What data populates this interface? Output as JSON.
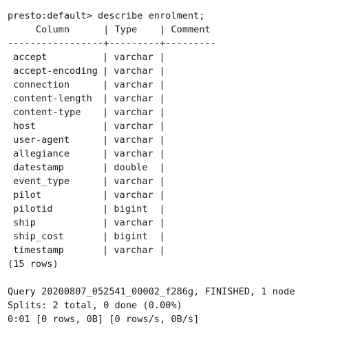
{
  "prompt": "presto:default> ",
  "command": "describe enrolment;",
  "table": {
    "header": "     Column      | Type    | Comment",
    "separator": "-----------------+---------+---------",
    "rows": [
      {
        "column": "accept",
        "type": "varchar"
      },
      {
        "column": "accept-encoding",
        "type": "varchar"
      },
      {
        "column": "connection",
        "type": "varchar"
      },
      {
        "column": "content-length",
        "type": "varchar"
      },
      {
        "column": "content-type",
        "type": "varchar"
      },
      {
        "column": "host",
        "type": "varchar"
      },
      {
        "column": "user-agent",
        "type": "varchar"
      },
      {
        "column": "allegiance",
        "type": "varchar"
      },
      {
        "column": "datestamp",
        "type": "double"
      },
      {
        "column": "event_type",
        "type": "varchar"
      },
      {
        "column": "pilot",
        "type": "varchar"
      },
      {
        "column": "pilotid",
        "type": "bigint"
      },
      {
        "column": "ship",
        "type": "varchar"
      },
      {
        "column": "ship_cost",
        "type": "bigint"
      },
      {
        "column": "timestamp",
        "type": "varchar"
      }
    ],
    "footer": "(15 rows)"
  },
  "query_info": {
    "query_line": "Query 20200807_052541_00002_f286g, FINISHED, 1 node",
    "splits_line": "Splits: 2 total, 0 done (0.00%)",
    "stats_line": "0:01 [0 rows, 0B] [0 rows/s, 0B/s]"
  }
}
